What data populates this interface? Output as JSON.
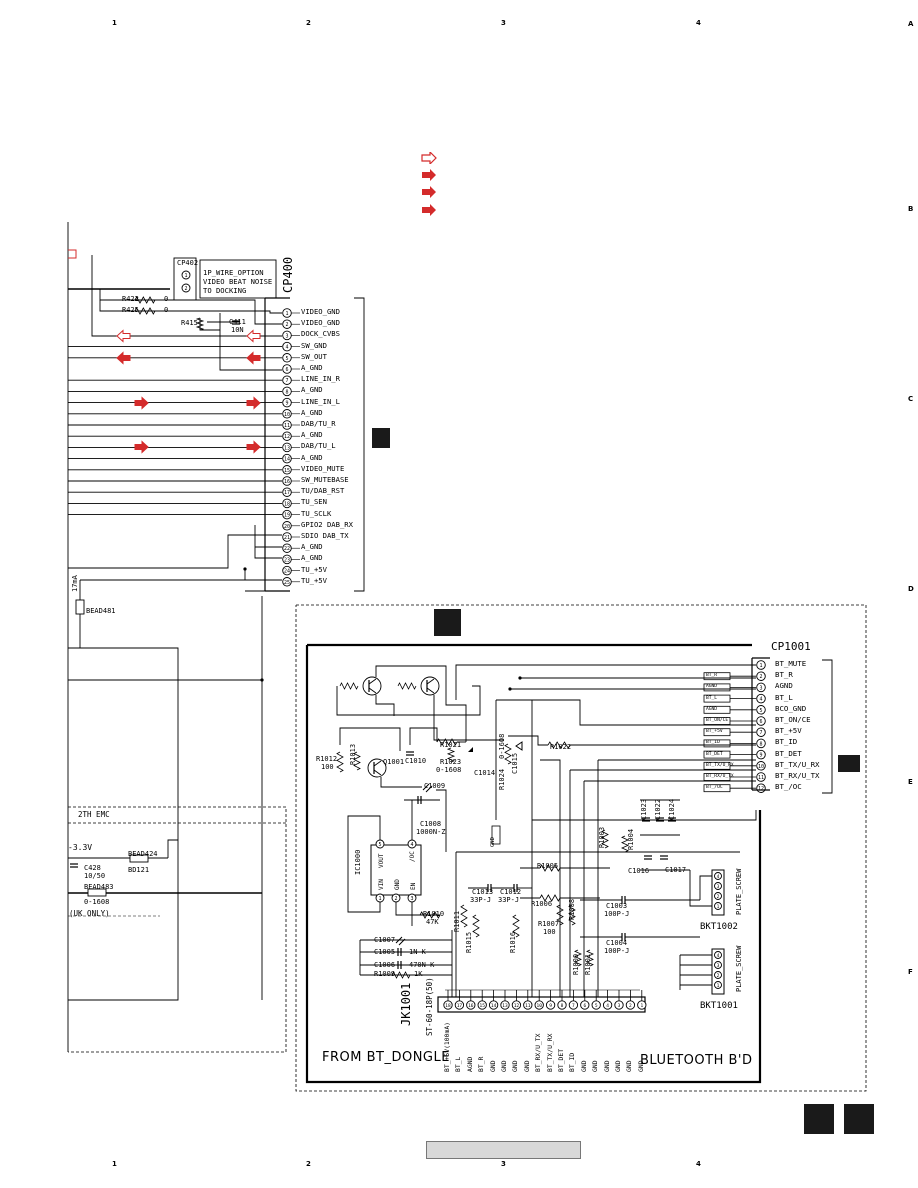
{
  "cp402": {
    "ref": "CP402",
    "note_line1": "1P_WIRE_OPTION",
    "note_line2": "VIDEO BEAT NOISE",
    "note_line3": "TO DOCKING"
  },
  "cp400": {
    "ref": "CP400",
    "pins": [
      "VIDEO_GND",
      "VIDEO_GND",
      "DOCK_CVBS",
      "SW_GND",
      "SW_OUT",
      "A_GND",
      "LINE_IN_R",
      "A_GND",
      "LINE_IN_L",
      "A_GND",
      "DAB/TU_R",
      "A_GND",
      "DAB/TU_L",
      "A_GND",
      "VIDEO_MUTE",
      "SW_MUTEBASE",
      "TU/DAB_RST",
      "TU_SEN",
      "TU_SCLK",
      "GPIO2 DAB_RX",
      "SDIO DAB_TX",
      "A_GND",
      "A_GND",
      "TU_+5V",
      "TU_+5V"
    ]
  },
  "left_parts": {
    "r422": "R422",
    "r422_val": "0",
    "r425": "R425",
    "r425_val": "0",
    "r415": "R415",
    "c411": "C411",
    "c411_val": "10N",
    "current": "17mA",
    "bead481": "BEAD481"
  },
  "emc": {
    "title": "2TH EMC",
    "rail": "-3.3V",
    "c428": "C428",
    "c428_val": "10/50",
    "bead424": "BEAD424",
    "bead424_val": "BD121",
    "bead483": "BEAD483",
    "bead483_val": "0-1608",
    "note": "(UK ONLY)"
  },
  "cp1001": {
    "ref": "CP1001",
    "pins": [
      "BT_MUTE",
      "BT_R",
      "AGND",
      "BT_L",
      "BCO_GND",
      "BT_ON/CE",
      "BT_+5V",
      "BT_ID",
      "BT_DET",
      "BT_TX/U_RX",
      "BT_RX/U_TX",
      "BT_/OC"
    ],
    "flags": [
      "BT_R",
      "AGND",
      "BT_L",
      "AGND",
      "BT_ON/CE",
      "BT_+5V",
      "BT_ID",
      "BT_DET",
      "BT_TX/U_RX",
      "BT_RX/U_TX",
      "BT_/OC"
    ]
  },
  "bt_parts": {
    "q1001": "Q1001",
    "r1012": "R1012",
    "r1012_val": "100",
    "r1013": "R1013",
    "c1010": "C1010",
    "r1021": "R1021",
    "r1023": "R1023",
    "r1023_val": "0-1608",
    "c1014": "C1014",
    "r1024": "R1024",
    "r1024_val": "0-1608",
    "c1015": "C1015",
    "r1022": "R1022",
    "c1009": "C1009",
    "c1008": "C1008",
    "c1008_val": "1000N-Z",
    "ic_ref": "IC1000",
    "ic_pins": [
      "VOUT",
      "/OC",
      "VIN",
      "GND",
      "EN"
    ],
    "r1010": "R1010",
    "r1010_val": "47K",
    "r1003": "R1003",
    "r1004": "R1004",
    "c1023": "C1023",
    "c1022": "C1022",
    "c1024": "C1024",
    "c1016": "C1016",
    "c1017": "C1017",
    "r1005": "R1005",
    "r1006": "R1006",
    "r1007": "R1007",
    "r1007_val": "100",
    "r1008": "R1008",
    "c1013": "C1013",
    "c1013_val": "33P-J",
    "c1012": "C1012",
    "c1012_val": "33P-J",
    "c1003": "C1003",
    "c1003_val": "100P-J",
    "c1004": "C1004",
    "c1004_val": "100P-J",
    "r1011": "R1011",
    "r1015": "R1015",
    "r1016": "R1016",
    "c1007": "C1007",
    "c1005": "C1005",
    "c1005_val": "1N-K",
    "c1006": "C1006",
    "c1006_val": "470N-K",
    "r1009": "R1009",
    "r1009_val": "1K",
    "r1000": "R1000",
    "r1001": "R1001",
    "gnd_tag": "GND"
  },
  "jk1001": {
    "ref": "JK1001",
    "part": "ST-60-18P(50)",
    "pins": [
      "BT_+5V(100mA)",
      "BT_L",
      "AGND",
      "BT_R",
      "GND",
      "GND",
      "GND",
      "GND",
      "BT_RX/U_TX",
      "BT_TX/U_RX",
      "BT_DET",
      "BT_ID",
      "GND",
      "GND",
      "GND",
      "GND",
      "GND",
      "GND"
    ],
    "pin_numbers": [
      "18",
      "17",
      "16",
      "15",
      "14",
      "13",
      "12",
      "11",
      "10",
      "9",
      "8",
      "7",
      "6",
      "5",
      "4",
      "3",
      "2",
      "1"
    ]
  },
  "bkt1002": {
    "ref": "BKT1002",
    "label": "PLATE_SCREW"
  },
  "bkt1001": {
    "ref": "BKT1001",
    "label": "PLATE_SCREW"
  },
  "board": {
    "source": "FROM BT_DONGLE",
    "name": "BLUETOOTH B'D"
  },
  "edge_numbers": [
    "1",
    "2",
    "3",
    "4"
  ],
  "side_letters": [
    "A",
    "B",
    "C",
    "D",
    "E",
    "F"
  ],
  "colors": {
    "signal_arrow": "#d42b2b",
    "ink": "#000000",
    "block": "#1a1a1a",
    "footer": "#d8d8d8"
  }
}
